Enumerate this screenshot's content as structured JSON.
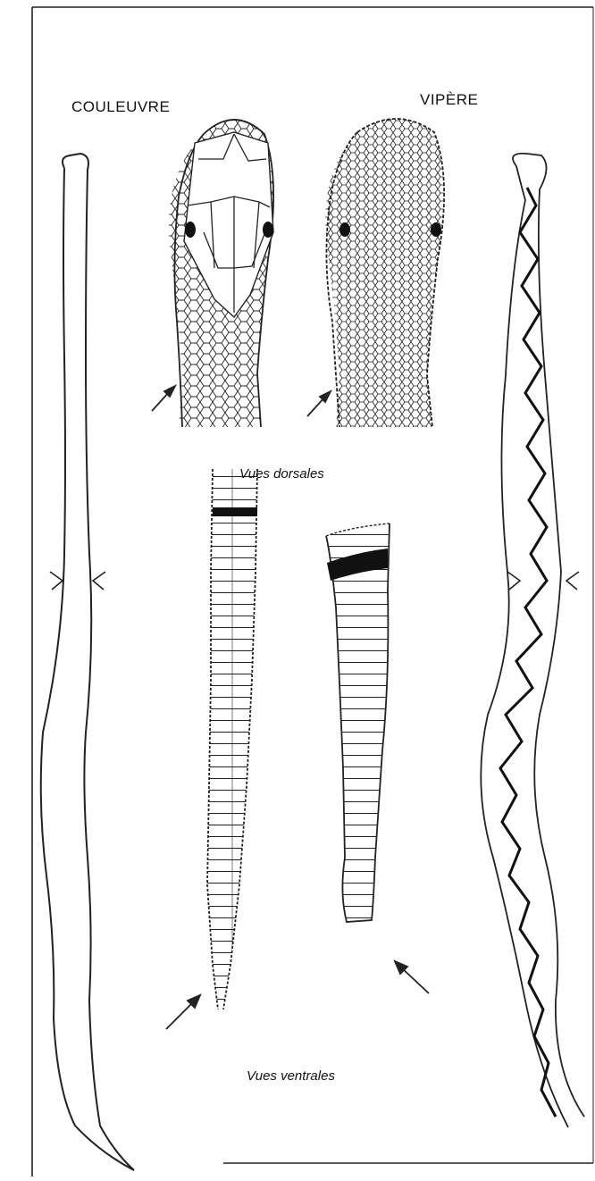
{
  "labels": {
    "left_species": "COULEUVRE",
    "right_species": "VIPÈRE",
    "dorsal_caption": "Vues dorsales",
    "ventral_caption": "Vues ventrales"
  },
  "colors": {
    "ink": "#111111",
    "paper": "#ffffff",
    "frame": "#222222"
  }
}
